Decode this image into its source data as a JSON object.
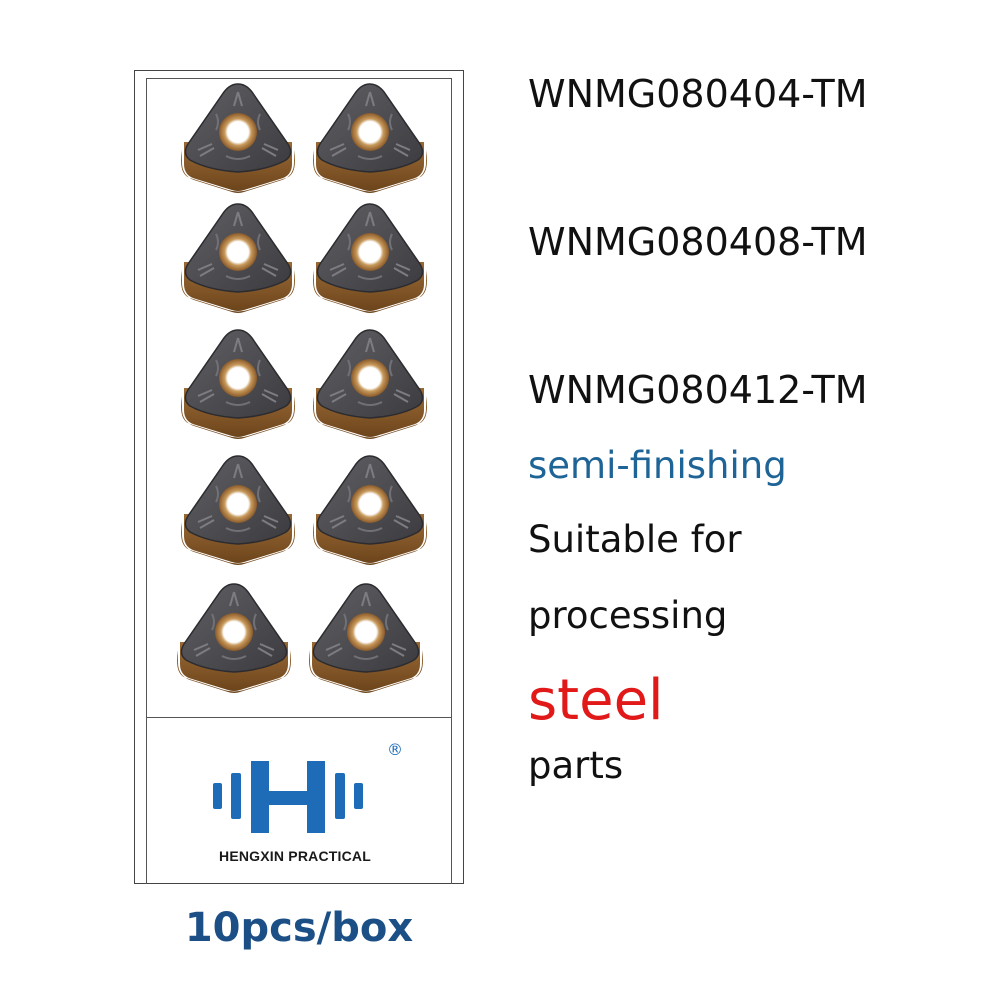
{
  "product": {
    "models": [
      "WNMG080404-TM",
      "WNMG080408-TM",
      "WNMG080412-TM"
    ],
    "application": "semi-finishing",
    "description": {
      "line1": "Suitable for",
      "line2": "processing",
      "highlight": "steel",
      "line3": "parts"
    }
  },
  "package": {
    "quantity_label": "10pcs/box",
    "insert_count": 10
  },
  "brand": {
    "name": "HENGXIN PRACTICAL",
    "registered_mark": "®",
    "logo_color": "#1e6bb8"
  },
  "colors": {
    "insert_body": "#4a4a4e",
    "insert_base": "#8a5a2a",
    "steel_text": "#e11919",
    "semi_finishing_text": "#1f6496",
    "pack_text": "#1b4f86"
  },
  "icons": [
    "wnmg-insert-icon",
    "hengxin-logo-icon"
  ]
}
